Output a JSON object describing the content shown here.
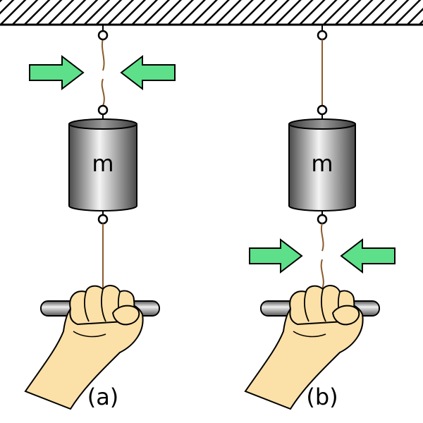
{
  "panels": [
    {
      "id": "a",
      "label": "(a)",
      "mass_label": "m",
      "break_point": "upper"
    },
    {
      "id": "b",
      "label": "(b)",
      "mass_label": "m",
      "break_point": "lower"
    }
  ],
  "colors": {
    "ceiling_fill": "#ffffff",
    "ceiling_hatch": "#000000",
    "string": "#8b5a2b",
    "arrow_fill": "#5ee08a",
    "skin": "#fbe0a8",
    "outline": "#000000",
    "rod_dark": "#555555",
    "rod_light": "#eeeeee",
    "cylinder_dark": "#4a4a4a",
    "cylinder_light": "#f4f4f4"
  },
  "icons": {
    "ceiling": "hatched-ceiling",
    "ring": "ring-icon",
    "arrow": "block-arrow",
    "hand": "fist-holding-rod"
  }
}
